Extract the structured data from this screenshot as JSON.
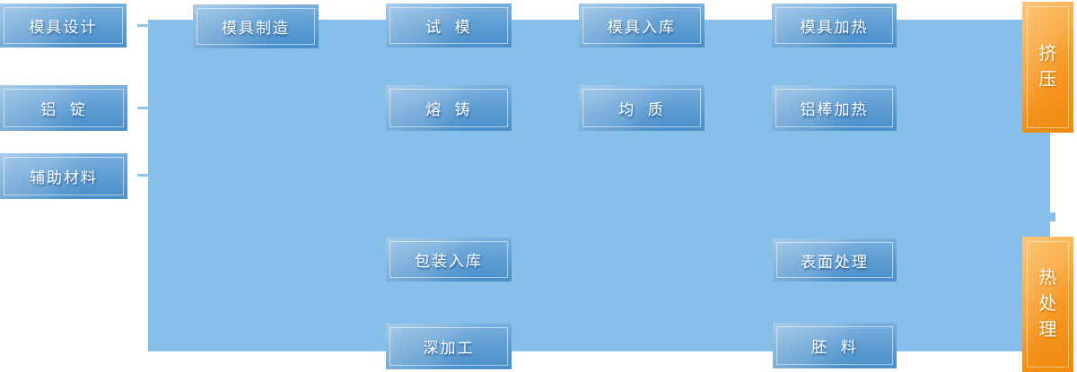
{
  "palette": {
    "panel_blue": "#85bfea",
    "node_blue_top": "#7ab0de",
    "node_blue_bottom": "#4a90ca",
    "node_inner_border": "#ffffff",
    "tab_orange_light": "#fbae3e",
    "tab_orange_dark": "#f0890e",
    "text": "#ffffff"
  },
  "nodes": {
    "mold_design": {
      "label": "模具设计"
    },
    "aluminum_ingot": {
      "label": "铝  锭"
    },
    "auxiliary_materials": {
      "label": "辅助材料"
    },
    "mold_manufacturing": {
      "label": "模具制造"
    },
    "mold_trial": {
      "label": "试  模"
    },
    "melting_casting": {
      "label": "熔  铸"
    },
    "packing_warehousing": {
      "label": "包装入库"
    },
    "deep_processing": {
      "label": "深加工"
    },
    "mold_warehousing": {
      "label": "模具入库"
    },
    "homogenization": {
      "label": "均  质"
    },
    "mold_heating": {
      "label": "模具加热"
    },
    "rod_heating": {
      "label": "铝棒加热"
    },
    "surface_treatment": {
      "label": "表面处理"
    },
    "billet": {
      "label": "胚  料"
    }
  },
  "tabs": {
    "extrusion": {
      "label": "挤压"
    },
    "heat_treatment": {
      "label": "热处理"
    }
  }
}
